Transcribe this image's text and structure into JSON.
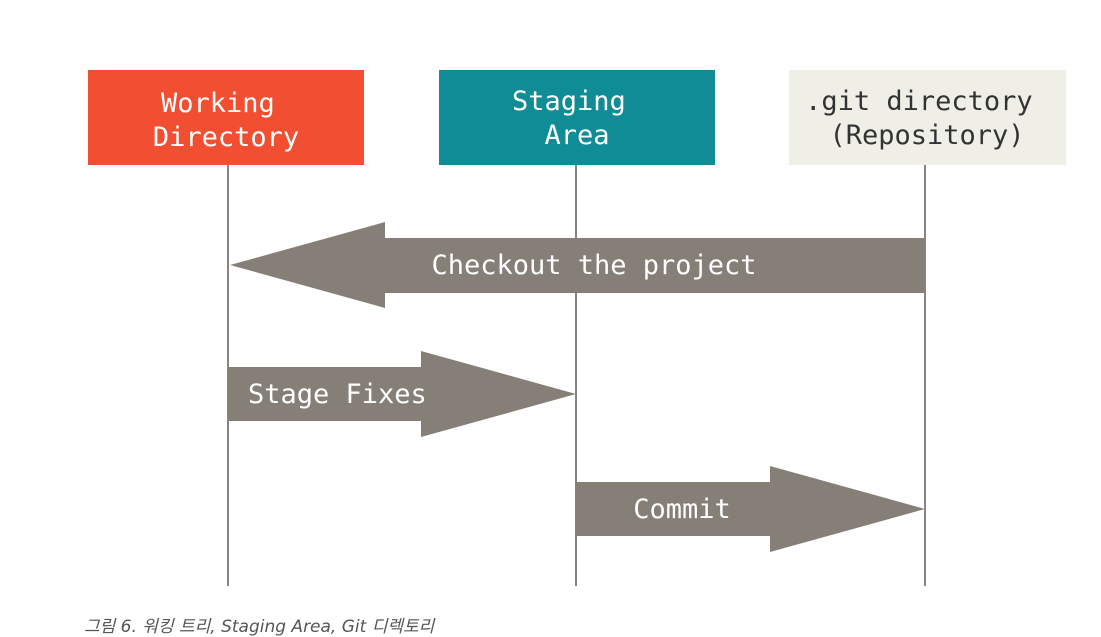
{
  "diagram": {
    "columns": [
      {
        "id": "working",
        "lines": [
          "Working",
          "Directory"
        ],
        "fill": "#f14e32",
        "text_color": "#ffffff"
      },
      {
        "id": "staging",
        "lines": [
          "Staging",
          "Area"
        ],
        "fill": "#0f8c96",
        "text_color": "#ffffff"
      },
      {
        "id": "repository",
        "lines": [
          ".git directory",
          "(Repository)"
        ],
        "fill": "#efefe8",
        "text_color": "#333333"
      }
    ],
    "arrows": [
      {
        "label": "Checkout the project",
        "from": "repository",
        "to": "working"
      },
      {
        "label": "Stage Fixes",
        "from": "working",
        "to": "staging"
      },
      {
        "label": "Commit",
        "from": "staging",
        "to": "repository"
      }
    ],
    "colors": {
      "arrow": "#857f78",
      "lifeline": "#8a8580"
    }
  },
  "caption": "그림 6. 워킹 트리, Staging Area, Git 디렉토리"
}
